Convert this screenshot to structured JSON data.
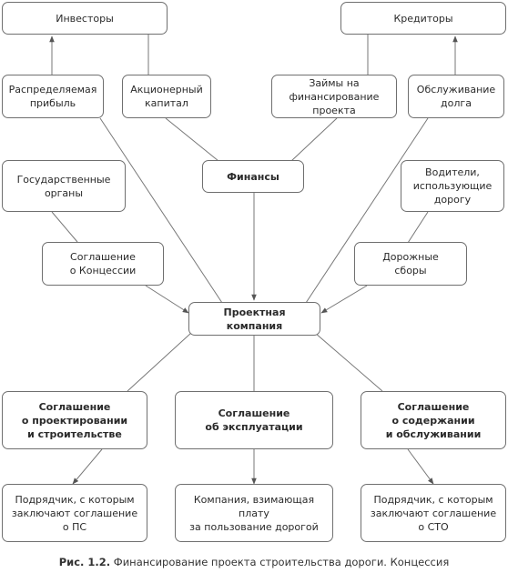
{
  "nodes": {
    "investors": "Инвесторы",
    "creditors": "Кредиторы",
    "distributed_profit": "Распределяемая\nприбыль",
    "equity": "Акционерный\nкапитал",
    "loans": "Займы на\nфинансирование проекта",
    "debt_service": "Обслуживание\nдолга",
    "finance": "Финансы",
    "government": "Государственные\nорганы",
    "drivers": "Водители,\nиспользующие\nдорогу",
    "concession": "Соглашение\nо Концессии",
    "tolls": "Дорожные\nсборы",
    "project_company": "Проектная компания",
    "design_construction": "Соглашение\nо проектировании\nи строительстве",
    "operation": "Соглашение\nоб эксплуатации",
    "maintenance": "Соглашение\nо содержании\nи обслуживании",
    "contractor_ps": "Подрядчик, с которым\nзаключают соглашение о ПС",
    "toll_company": "Компания, взимающая плату\nза пользование дорогой",
    "contractor_sto": "Подрядчик, с которым\nзаключают соглашение о СТО"
  },
  "caption": {
    "lead": "Рис. 1.2.",
    "text": "Финансирование проекта строительства дороги. Концессия"
  }
}
